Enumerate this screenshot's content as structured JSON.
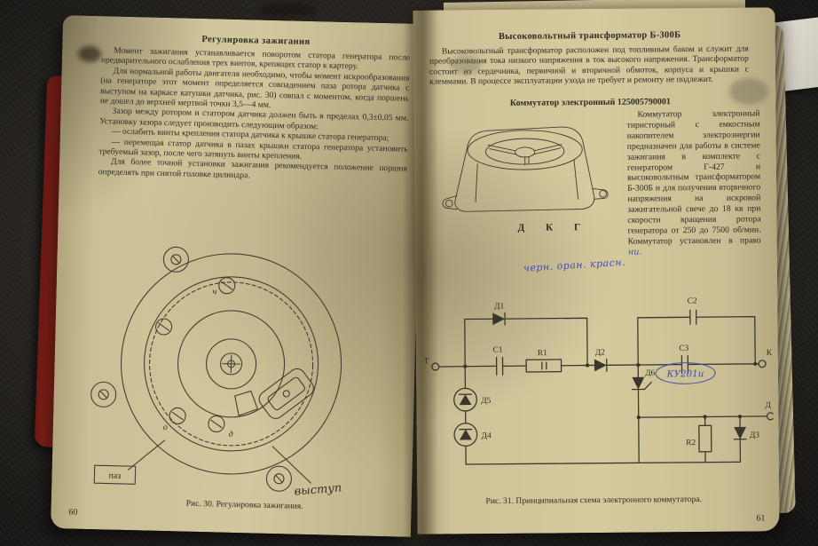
{
  "palette": {
    "paper": "#d3c79d",
    "ink": "#2e2b23",
    "handwriting_blue": "#3f4db5",
    "cover_red": "#a92e22"
  },
  "left_page": {
    "page_number": "60",
    "heading": "Регулировка зажигания",
    "paragraphs": [
      "Момент зажигания устанавливается поворотом статора генератора после предварительного ослабления трех винтов, крепящих статор к картеру.",
      "Для нормальной работы двигателя необходимо, чтобы момент искрообразования (на генераторе этот момент определяется совпадением паза ротора датчика с выступом на каркасе катушки датчика, рис. 30) совпал с моментом, когда поршень не дошел до верхней мертвой точки 3,5—4 мм.",
      "Зазор между ротором и статором датчика должен быть в пределах 0,3±0,05 мм. Установку зазора следует производить следующим образом:",
      "— ослабить винты крепления статора датчика к крышке статора генератора;",
      "— перемещая статор датчика в пазах крышки статора генератора установить требуемый зазор, после чего затянуть винты крепления.",
      "Для более точной установки зажигания рекомендуется положение поршня определять при снятой головке цилиндра."
    ],
    "figure": {
      "letters": [
        "ч",
        "о",
        "д"
      ],
      "label_paz": "паз",
      "label_vystup": "выступ",
      "caption": "Рис. 30. Регулировка зажигания."
    }
  },
  "right_page": {
    "page_number": "61",
    "heading": "Высоковольтный трансформатор Б-300Б",
    "intro": "Высоковольтный трансформатор расположен под топливным баком и служит для преобразования тока низкого напряжения в ток высокого напряжения. Трансформатор состоит из сердечника, первичной и вторичной обмоток, корпуса и крышки с клеммами. В процессе эксплуатации ухода не требует и ремонту не подлежит.",
    "subheading": "Коммутатор электронный 125005790001",
    "commutator_paragraph": "Коммутатор электронный тиристорный с емкостным накопителем электроэнергии предназначен для работы в системе зажигания в комплекте с генератором Г-427 и высоковольтным трансформатором Б-300Б и для получения вторичного напряжения на искровой зажигательной свече до 18 кв при скорости вращения ротора генератора от 250 до 7500 об/мин. Коммутатор установлен в право",
    "device_terminals": [
      "Д",
      "К",
      "Г"
    ],
    "handwriting": {
      "wire_colors": "черн. оран. красн.",
      "thyristor_type": "КУ201и",
      "suffix": "ни."
    },
    "schematic": {
      "caption": "Рис. 31. Принципиальная схема электронного коммутатора.",
      "labels": {
        "g": "Г",
        "d1": "Д1",
        "c1": "С1",
        "r1": "R1",
        "d2": "Д2",
        "c2": "С2",
        "c3": "С3",
        "k": "К",
        "d5": "Д5",
        "d4": "Д4",
        "d6": "Д6",
        "r2": "R2",
        "d3": "Д3",
        "d": "Д"
      }
    }
  }
}
